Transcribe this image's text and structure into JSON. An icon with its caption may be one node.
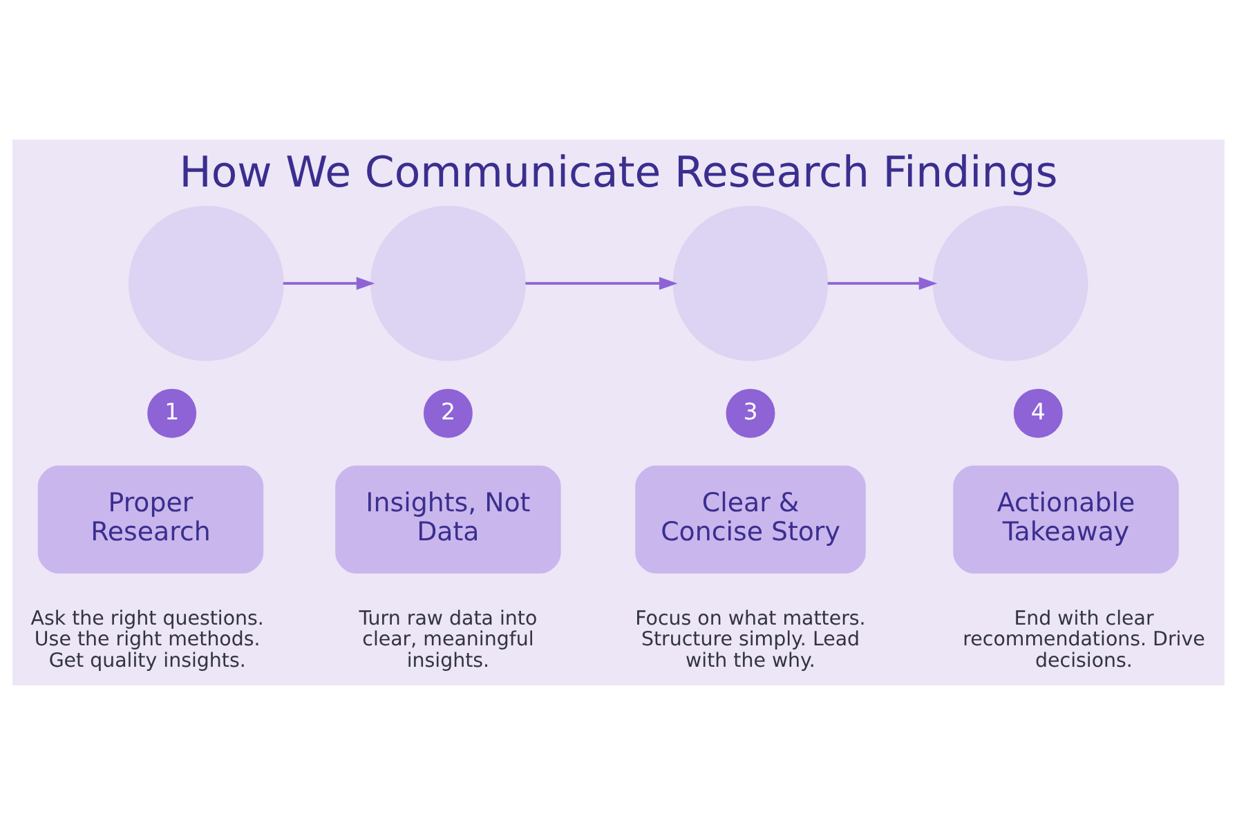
{
  "diagram": {
    "title": "How We Communicate Research Findings",
    "nodes": [
      {
        "text": [],
        "shape": "circle"
      },
      {
        "text": [
          "1"
        ]
      },
      {
        "text": [
          "Proper Research"
        ],
        "beside": [
          "Ask the right questions. Use the right methods. Get quality insights."
        ]
      },
      {
        "text": [],
        "shape": "circle"
      },
      {
        "text": [
          "2"
        ]
      },
      {
        "text": [
          "Insights, Not Data"
        ],
        "beside": [
          "Turn raw data into clear, meaningful insights."
        ]
      },
      {
        "text": [],
        "shape": "circle"
      },
      {
        "text": [
          "3"
        ]
      },
      {
        "text": [
          "Clear & Concise Story"
        ],
        "beside": [
          "Focus on what matters. Structure simply. Lead with the why."
        ]
      },
      {
        "text": [],
        "shape": "circle"
      },
      {
        "text": [
          "4"
        ]
      },
      {
        "text": [
          "Actionable Takeaway"
        ],
        "beside": [
          "End with clear recommendations. Drive decisions."
        ]
      }
    ],
    "edges": [
      {
        "from": 0,
        "to": 3,
        "arrow": "to"
      },
      {
        "from": 3,
        "to": 6,
        "arrow": "to"
      },
      {
        "from": 6,
        "to": 9,
        "arrow": "to"
      }
    ]
  }
}
